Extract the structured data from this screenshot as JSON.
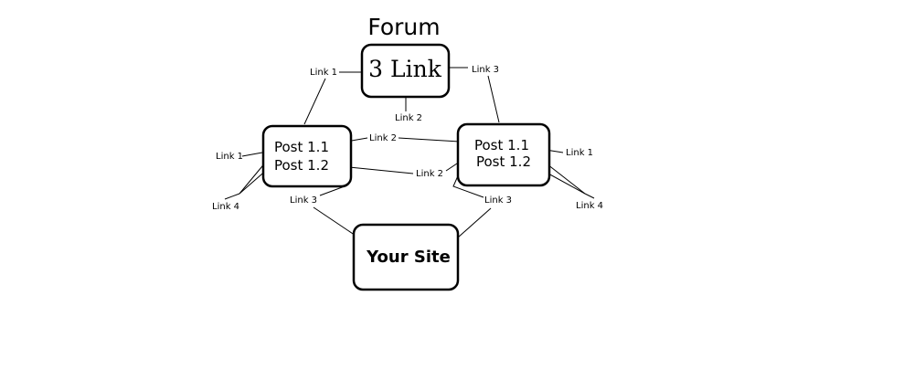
{
  "forum_title": "Forum",
  "nodes": {
    "forum_box": "3 Link",
    "left_post_1": "Post 1.1",
    "left_post_2": "Post 1.2",
    "right_post_1": "Post 1.1",
    "right_post_2": "Post 1.2",
    "site_box": "Your Site"
  },
  "link_labels": {
    "forum_link_1": "Link 1",
    "forum_link_2": "Link 2",
    "forum_link_3": "Link 3",
    "left_link_1": "Link 1",
    "left_link_4": "Link 4",
    "left_link_3": "Link 3",
    "center_link_2_top": "Link 2",
    "center_link_2_bottom": "Link 2",
    "right_link_1": "Link 1",
    "right_link_4": "Link 4",
    "right_link_3": "Link 3"
  }
}
